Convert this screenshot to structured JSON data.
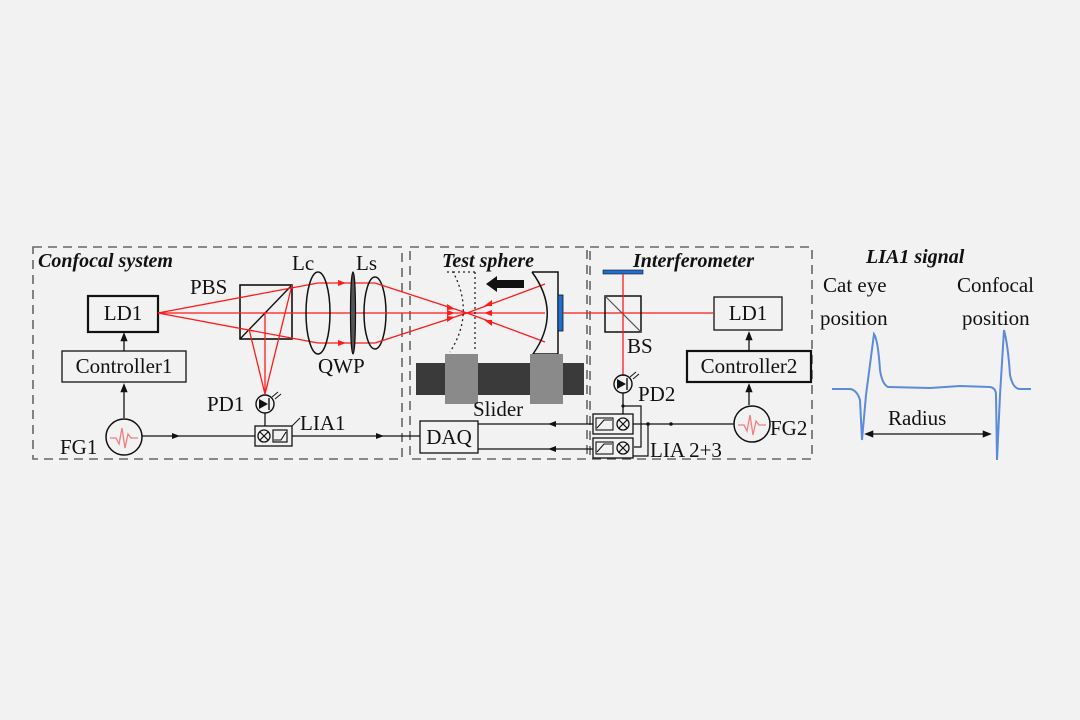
{
  "sections": {
    "confocal": {
      "title": "Confocal system"
    },
    "test_sphere": {
      "title": "Test sphere"
    },
    "interferometer": {
      "title": "Interferometer"
    },
    "signal": {
      "title": "LIA1 signal"
    }
  },
  "confocal": {
    "ld": "LD1",
    "controller": "Controller1",
    "fg": "FG1",
    "pbs": "PBS",
    "lc": "Lc",
    "ls": "Ls",
    "qwp": "QWP",
    "pd": "PD1",
    "lia": "LIA1"
  },
  "test_sphere": {
    "slider": "Slider",
    "daq": "DAQ"
  },
  "interferometer": {
    "ld": "LD1",
    "controller": "Controller2",
    "fg": "FG2",
    "bs": "BS",
    "pd": "PD2",
    "lia": "LIA 2+3"
  },
  "signal": {
    "cat_eye_line1": "Cat eye",
    "cat_eye_line2": "position",
    "confocal_line1": "Confocal",
    "confocal_line2": "position",
    "radius": "Radius"
  },
  "colors": {
    "beam": "#ff1a1a",
    "signal": "#5b8bd9",
    "rail": "#3a3a3a",
    "carriage": "#8a8a8a",
    "mirror": "#1f6fd1",
    "dash": "#666666"
  }
}
